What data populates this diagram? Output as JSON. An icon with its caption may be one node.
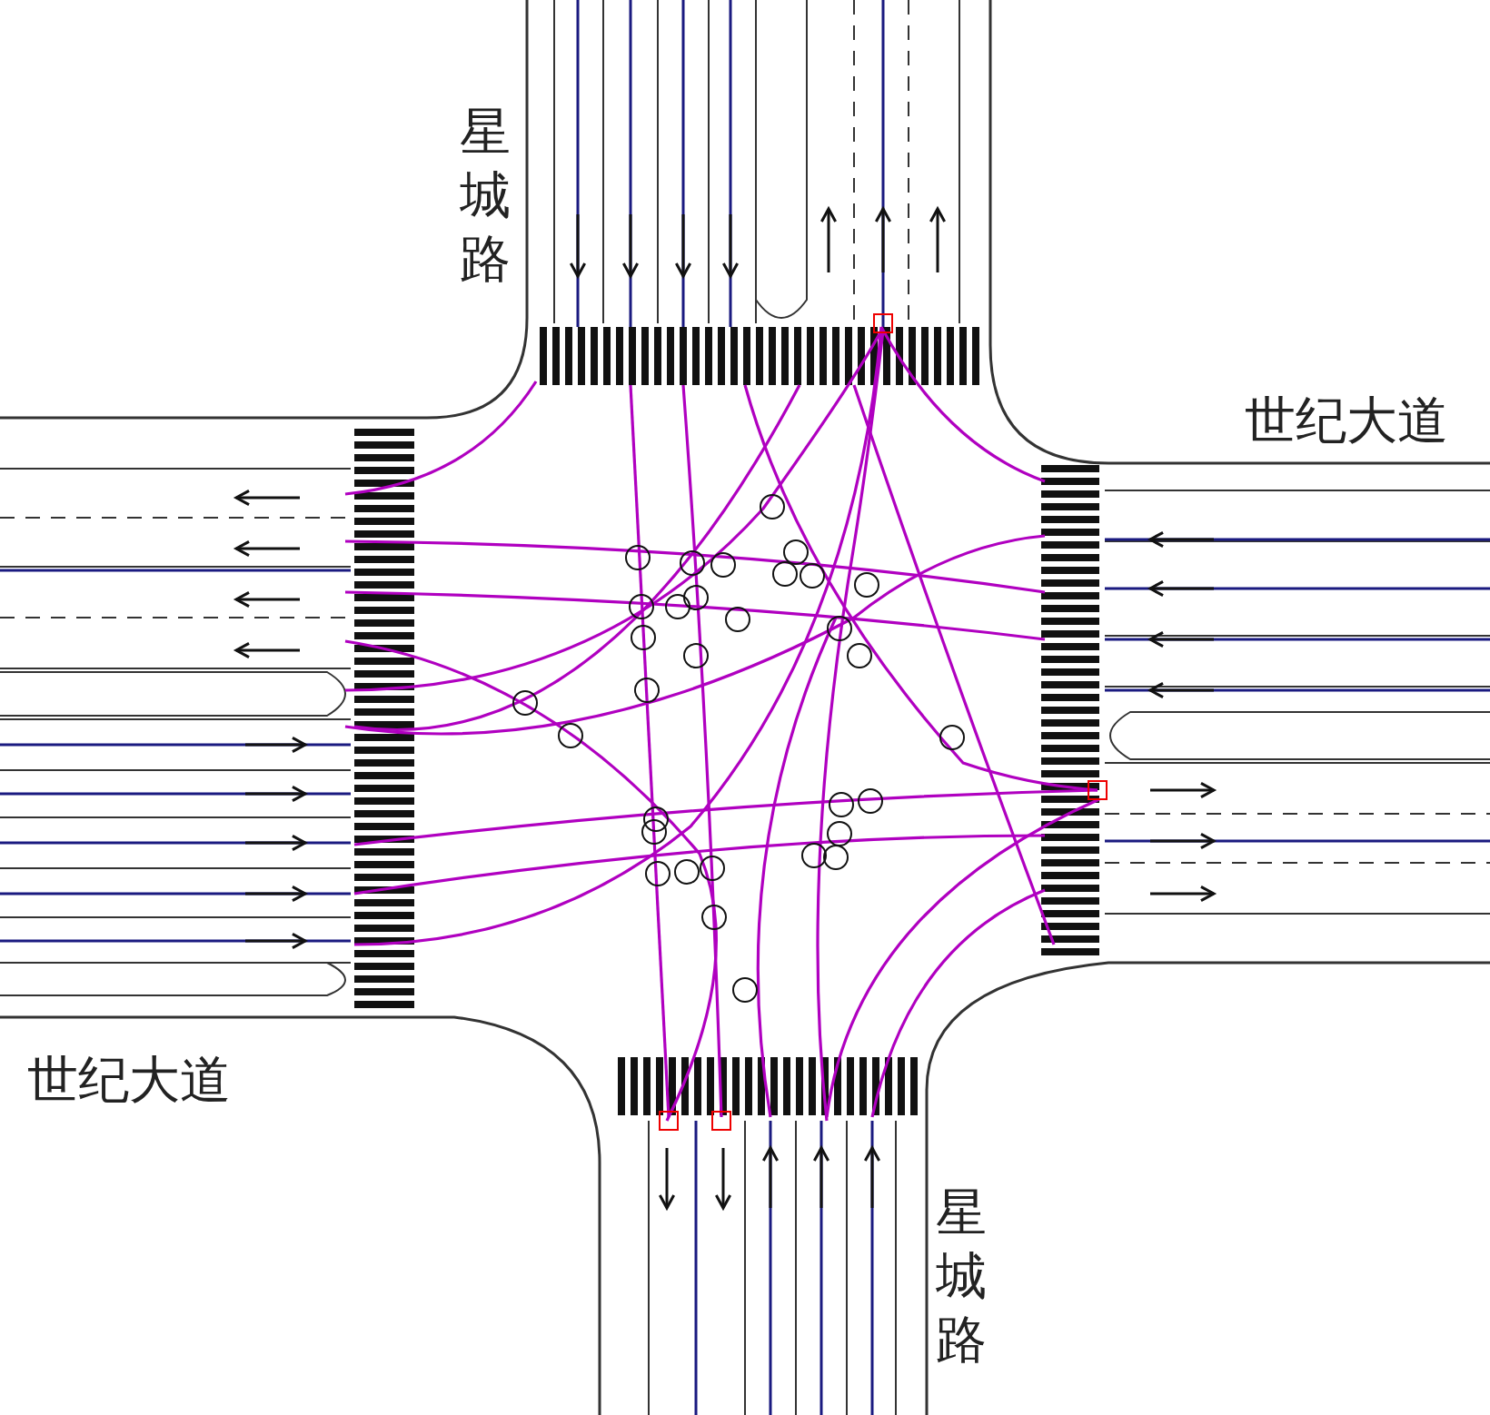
{
  "diagram": {
    "labels": [
      "星城路",
      "世纪大道",
      "世纪大道",
      "星城路"
    ]
  }
}
